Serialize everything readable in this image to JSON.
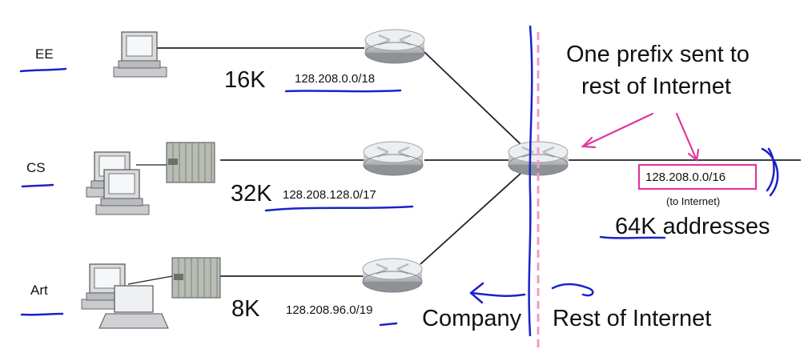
{
  "departments": [
    {
      "name": "EE",
      "size": "16K",
      "prefix": "128.208.0.0/18"
    },
    {
      "name": "CS",
      "size": "32K",
      "prefix": "128.208.128.0/17"
    },
    {
      "name": "Art",
      "size": "8K",
      "prefix": "128.208.96.0/19"
    }
  ],
  "annotation": {
    "line1": "One prefix sent to",
    "line2": "rest of Internet"
  },
  "aggregate": {
    "prefix": "128.208.0.0/16",
    "note": "(to Internet)",
    "count": "64K addresses"
  },
  "regions": {
    "left": "Company",
    "right": "Rest of Internet"
  },
  "colors": {
    "ink": "#1a23c8",
    "magenta": "#e0379f",
    "line": "#222222"
  }
}
